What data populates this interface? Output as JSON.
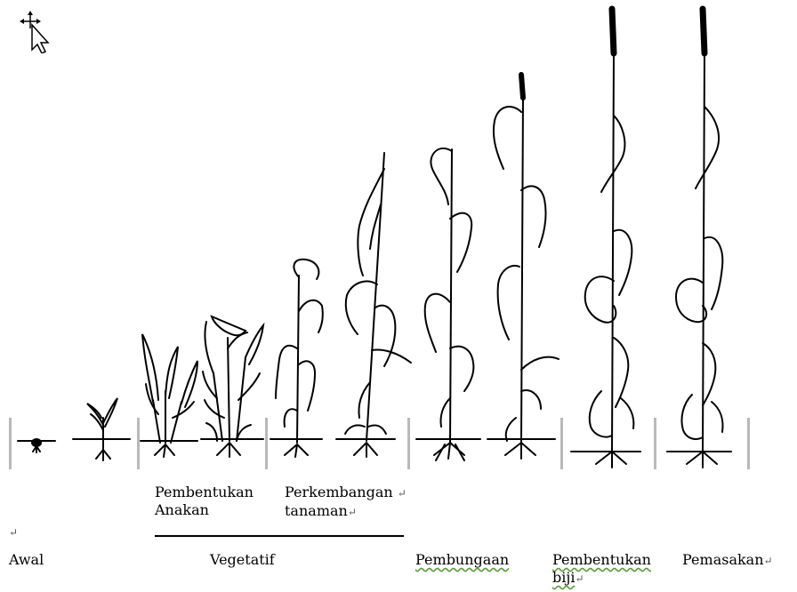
{
  "phases": {
    "awal": "Awal",
    "vegetatif": "Vegetatif",
    "pembungaan": "Pembungaan",
    "pembentukan_biji_line1": "Pembentukan",
    "pembentukan_biji_line2": "biji",
    "pemasakan": "Pemasakan"
  },
  "subphases": {
    "pembentukan_anakan_line1": "Pembentukan",
    "pembentukan_anakan_line2": "Anakan",
    "perkembangan_line1": "Perkembangan",
    "perkembangan_line2": "tanaman"
  },
  "paragraph_mark": "↵",
  "icons": {
    "cursor": "move-cursor-icon"
  },
  "colors": {
    "divider": "#b9b9b9",
    "spell_squiggle": "#5b9a3c"
  }
}
